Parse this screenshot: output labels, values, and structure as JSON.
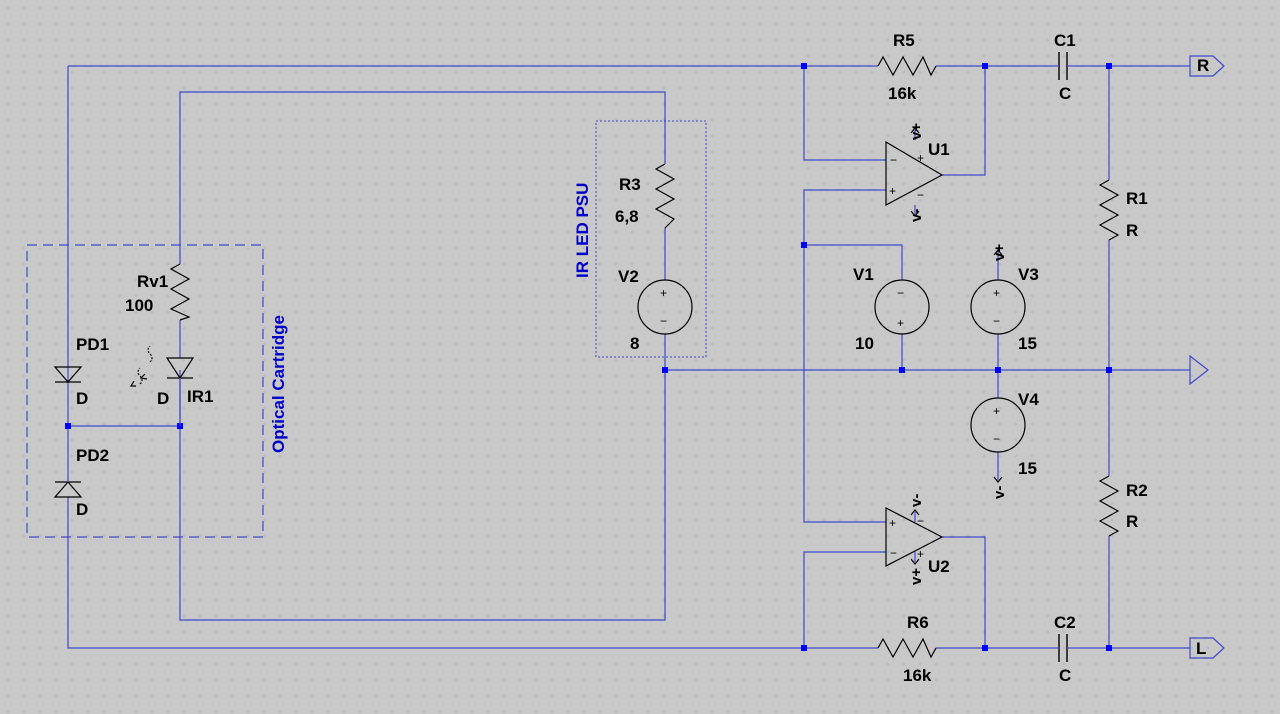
{
  "colors": {
    "background": "#c8c8c8",
    "grid": "#8a8a8a",
    "wire": "#3f48cc",
    "junction": "#0000ff",
    "label": "#000000",
    "annotation": "#0000c8"
  },
  "components": {
    "r5": {
      "ref": "R5",
      "value": "16k"
    },
    "r6": {
      "ref": "R6",
      "value": "16k"
    },
    "r1": {
      "ref": "R1",
      "value": "R"
    },
    "r2": {
      "ref": "R2",
      "value": "R"
    },
    "r3": {
      "ref": "R3",
      "value": "6,8"
    },
    "rv1": {
      "ref": "Rv1",
      "value": "100"
    },
    "c1": {
      "ref": "C1",
      "value": "C"
    },
    "c2": {
      "ref": "C2",
      "value": "C"
    },
    "u1": {
      "ref": "U1"
    },
    "u2": {
      "ref": "U2"
    },
    "v1": {
      "ref": "V1",
      "value": "10"
    },
    "v2": {
      "ref": "V2",
      "value": "8"
    },
    "v3": {
      "ref": "V3",
      "value": "15"
    },
    "v4": {
      "ref": "V4",
      "value": "15"
    },
    "pd1": {
      "ref": "PD1",
      "value": "D"
    },
    "pd2": {
      "ref": "PD2",
      "value": "D"
    },
    "ir1": {
      "ref": "IR1",
      "value": "D"
    }
  },
  "net_labels": {
    "r": "R",
    "l": "L",
    "vplus": "v+",
    "vminus": "v-"
  },
  "symbols": {
    "plus": "+",
    "minus": "−"
  },
  "annotations": {
    "optical": "Optical Cartridge",
    "ir_psu": "IR LED PSU"
  }
}
